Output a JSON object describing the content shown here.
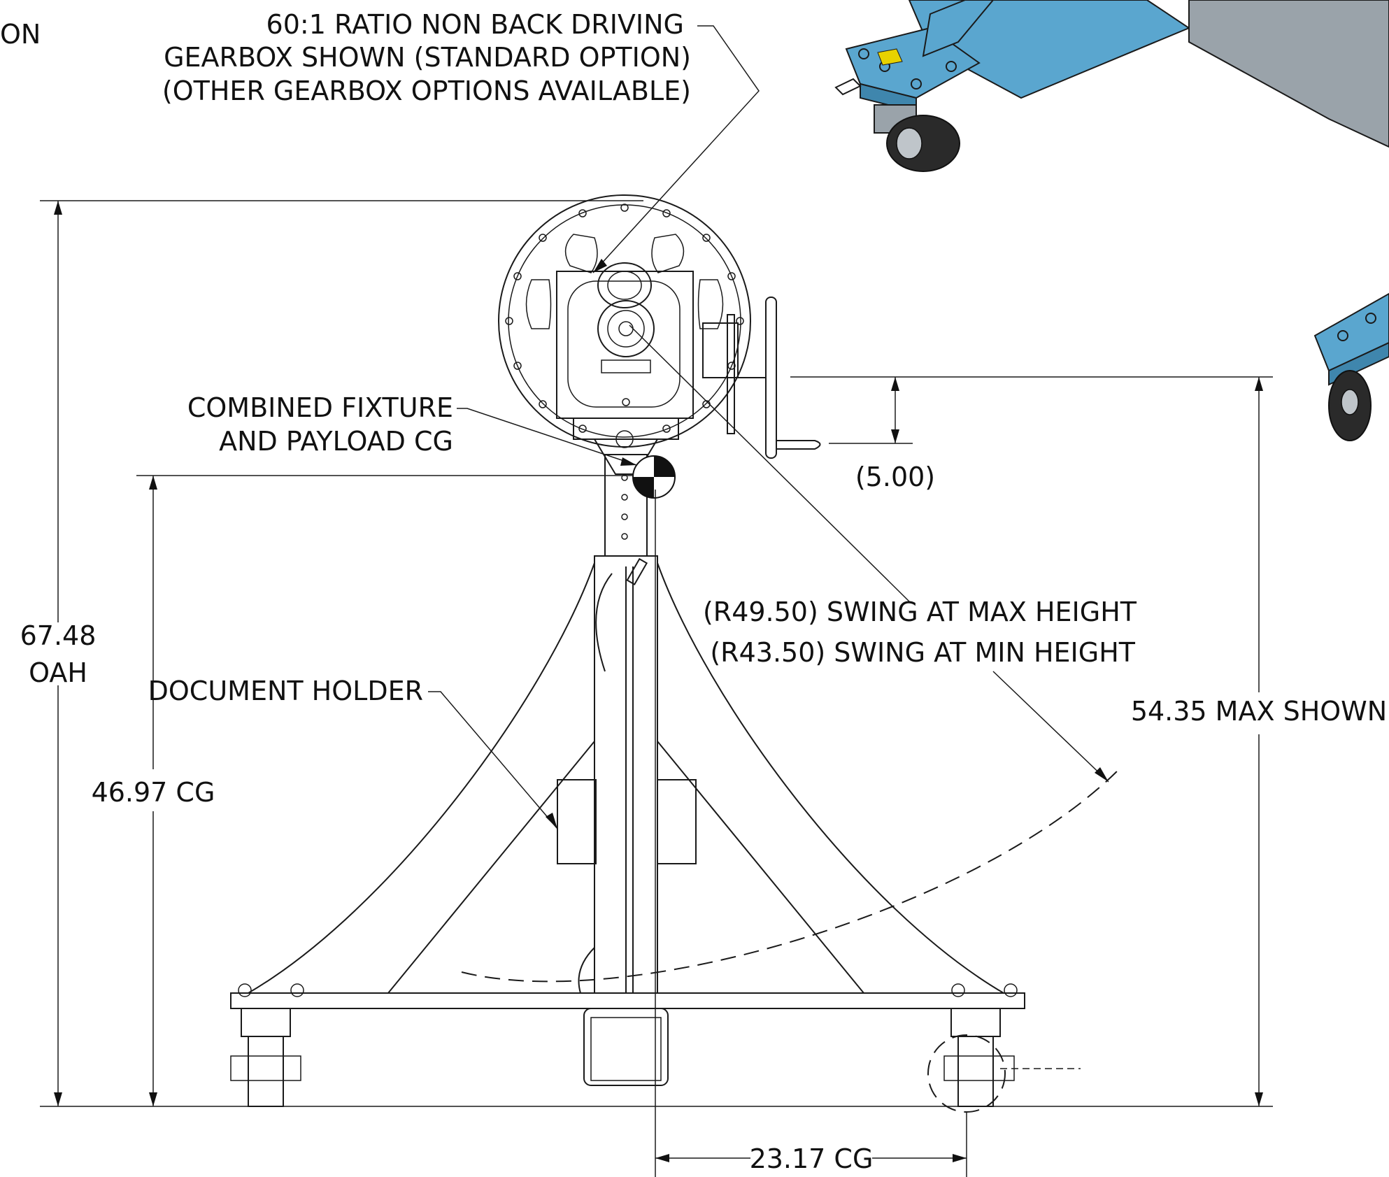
{
  "labels": {
    "gearbox_line1": "60:1 RATIO NON BACK DRIVING",
    "gearbox_line2": "GEARBOX SHOWN (STANDARD OPTION)",
    "gearbox_line3": "(OTHER GEARBOX OPTIONS AVAILABLE)",
    "fixture_line1": "COMBINED FIXTURE",
    "fixture_line2": "AND PAYLOAD CG",
    "document_holder": "DOCUMENT HOLDER",
    "swing_max": "(R49.50) SWING AT MAX HEIGHT",
    "swing_min": "(R43.50) SWING AT MIN HEIGHT",
    "cutoff_text": "ON"
  },
  "dimensions": {
    "oah_value": "67.48",
    "oah_label": "OAH",
    "cg_height": "46.97 CG",
    "max_shown": "54.35 MAX SHOWN",
    "offset": "(5.00)",
    "cg_horizontal": "23.17 CG"
  },
  "colors": {
    "cart_blue": "#5aa6cf",
    "line": "#1a1a1a"
  }
}
